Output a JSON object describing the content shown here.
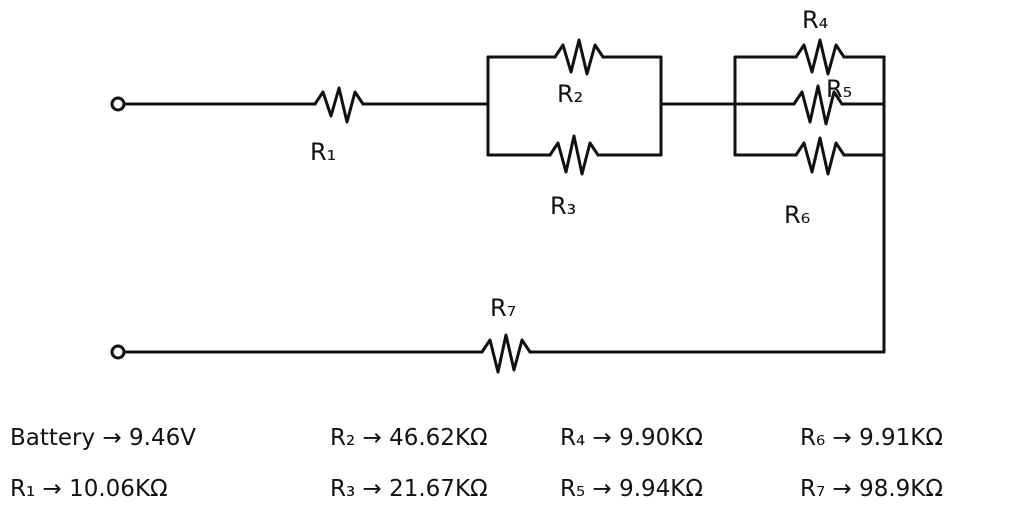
{
  "labels": {
    "r1": "R₁",
    "r2": "R₂",
    "r3": "R₃",
    "r4": "R₄",
    "r5": "R₅",
    "r6": "R₆",
    "r7": "R₇"
  },
  "values": {
    "battery": "Battery → 9.46V",
    "r1": "R₁ → 10.06KΩ",
    "r2": "R₂ → 46.62KΩ",
    "r3": "R₃ → 21.67KΩ",
    "r4": "R₄ → 9.90KΩ",
    "r5": "R₅ → 9.94KΩ",
    "r6": "R₆ → 9.91KΩ",
    "r7": "R₇ → 98.9KΩ"
  }
}
